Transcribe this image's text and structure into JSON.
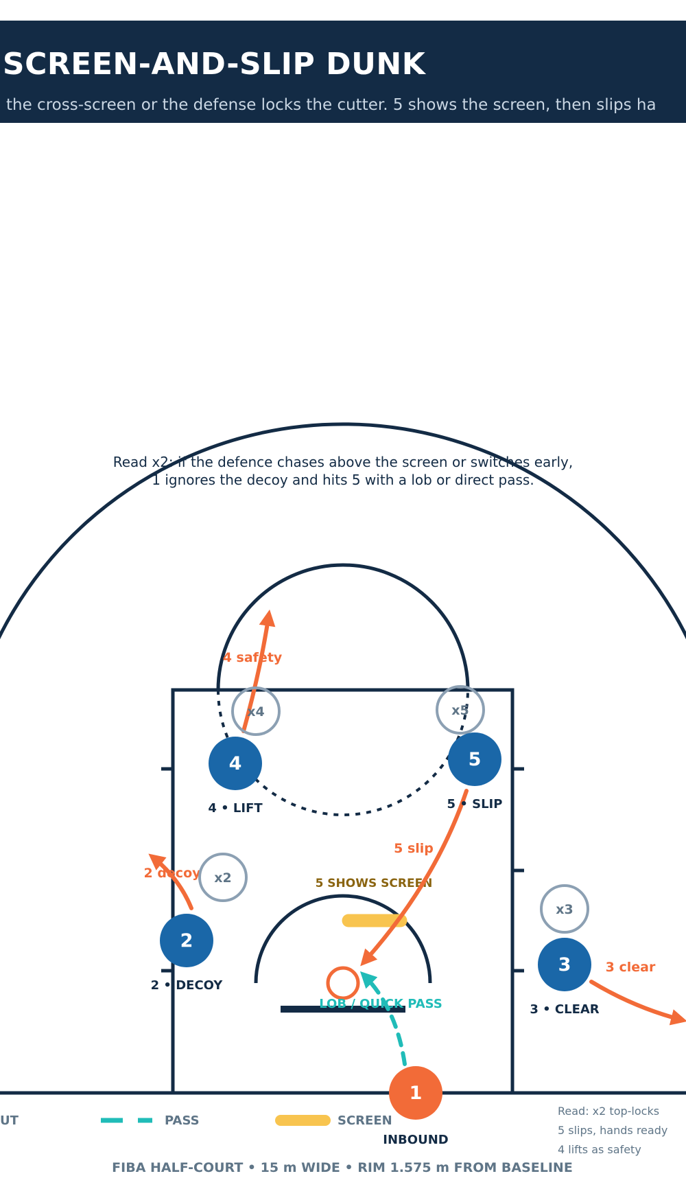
{
  "header": {
    "title": ": SCREEN-AND-SLIP DUNK",
    "subtitle": "the cross-screen or the defense locks the cutter. 5 shows the screen, then slips ha"
  },
  "read_note": {
    "line1": "Read x2: if the defence chases above the screen or switches early,",
    "line2": "1 ignores the decoy and hits 5 with a lob or direct pass."
  },
  "players": {
    "p1": {
      "number": "1",
      "label": "INBOUND"
    },
    "p2": {
      "number": "2",
      "label": "2 • DECOY"
    },
    "p3": {
      "number": "3",
      "label": "3 • CLEAR"
    },
    "p4": {
      "number": "4",
      "label": "4 • LIFT"
    },
    "p5": {
      "number": "5",
      "label": "5 • SLIP"
    }
  },
  "defenders": {
    "x2": "x2",
    "x3": "x3",
    "x4": "x4",
    "x5": "x5"
  },
  "actions": {
    "safety": "4 safety",
    "slip": "5 slip",
    "decoy": "2 decoy",
    "clear": "3 clear",
    "screen": "5 SHOWS SCREEN",
    "pass": "LOB / QUICK PASS"
  },
  "legend": {
    "cut": "UT",
    "pass": "PASS",
    "screen": "SCREEN",
    "read_lines": [
      "Read: x2 top-locks",
      "5 slips, hands ready",
      "4 lifts as safety"
    ]
  },
  "footer": "FIBA HALF-COURT • 15 m WIDE • RIM 1.575 m FROM BASELINE",
  "colors": {
    "navy": "#132b45",
    "offense_blue": "#1a67a8",
    "inbounder_orange": "#f26b38",
    "cut_orange": "#f26b38",
    "pass_teal": "#20bcb8",
    "screen_yellow": "#f8c44f",
    "defender_gray": "#8ca0b3",
    "muted_text": "#5f7587"
  }
}
